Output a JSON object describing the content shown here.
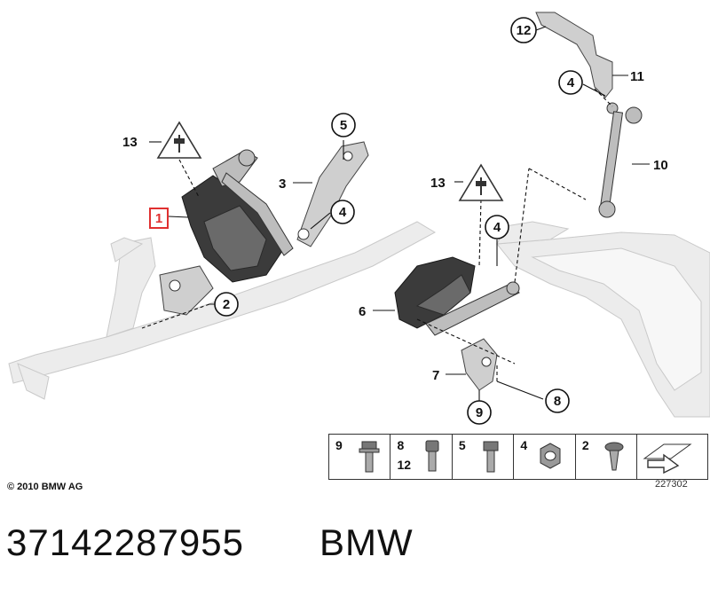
{
  "callouts": {
    "c1": "1",
    "c2": "2",
    "c3": "3",
    "c4a": "4",
    "c4b": "4",
    "c4c": "4",
    "c5": "5",
    "c6": "6",
    "c7": "7",
    "c8": "8",
    "c9": "9",
    "c10": "10",
    "c11": "11",
    "c12": "12",
    "c13a": "13",
    "c13b": "13"
  },
  "fastener_table": [
    {
      "labels": [
        "9"
      ],
      "icon": "flange-bolt-icon"
    },
    {
      "labels": [
        "8",
        "12"
      ],
      "icon": "socket-head-bolt-icon"
    },
    {
      "labels": [
        "5"
      ],
      "icon": "hex-bolt-icon"
    },
    {
      "labels": [
        "4"
      ],
      "icon": "hex-nut-icon"
    },
    {
      "labels": [
        "2"
      ],
      "icon": "torx-screw-icon"
    },
    {
      "labels": [],
      "icon": "view-arrow-icon"
    }
  ],
  "copyright": "© 2010 BMW AG",
  "drawing_number": "227302",
  "part_number": "37142287955",
  "brand": "BMW",
  "colors": {
    "highlight": "#e03030",
    "frame": "#ececec",
    "part_dark": "#3b3b3b"
  }
}
